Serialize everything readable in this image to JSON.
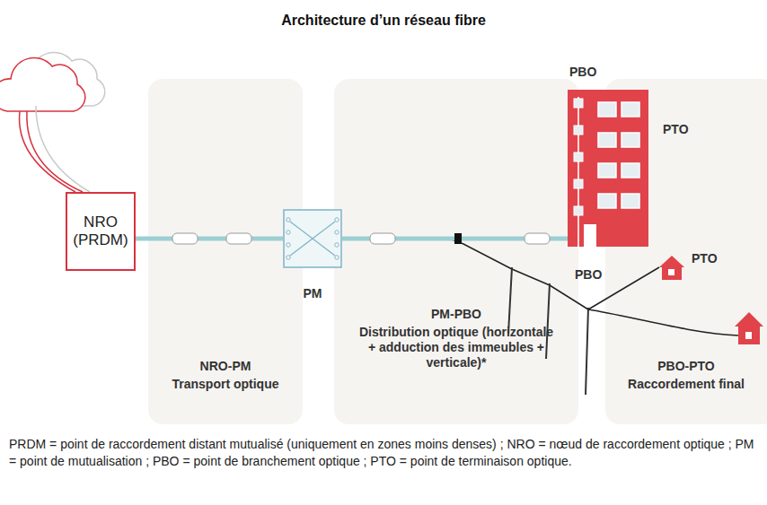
{
  "diagram": {
    "title": "Architecture d’un réseau fibre",
    "caption": "PRDM = point de raccordement distant mutualisé (uniquement en zones moins denses) ; NRO = nœud de raccordement optique ; PM = point de mutualisation ; PBO = point de branchement optique ; PTO = point de terminaison optique.",
    "nodes": [
      {
        "text": [
          "NRO (PRDM)"
        ]
      },
      {
        "text": [
          "NRO-PM",
          "Transport optique"
        ]
      },
      {
        "text": [
          "PM"
        ]
      },
      {
        "text": [
          "PM-PBO",
          "Distribution optique (horizontale + adduction des immeubles + verticale)*"
        ]
      },
      {
        "text": [
          "PBO",
          "PTO"
        ]
      },
      {
        "text": [
          "PBO-PTO",
          "Raccordement final"
        ]
      },
      {
        "text": [
          "PTO"
        ]
      }
    ],
    "edges": [
      {
        "from": 0,
        "to": 2,
        "arrow": "none"
      },
      {
        "from": 2,
        "to": 4,
        "arrow": "none"
      },
      {
        "from": 2,
        "to": 6,
        "arrow": "none"
      }
    ],
    "labels": [
      "PBO"
    ]
  }
}
